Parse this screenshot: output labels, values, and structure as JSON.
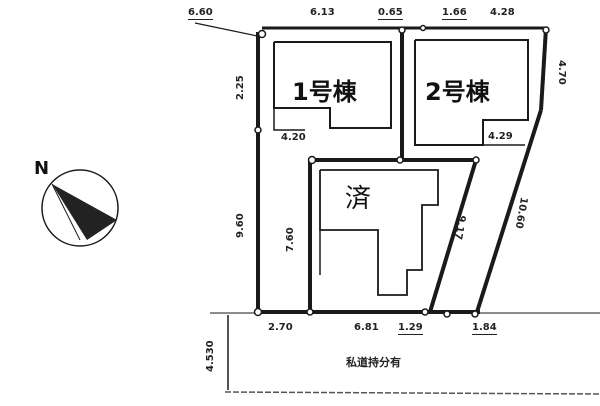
{
  "compass": {
    "label": "N",
    "icon": "north-arrow-icon"
  },
  "lots": {
    "lot1": {
      "label": "1号棟"
    },
    "lot2": {
      "label": "2号棟"
    },
    "lot3": {
      "label": "済"
    }
  },
  "dimensions": {
    "top_left_offset": "6.60",
    "top_lot1": "6.13",
    "top_gap": "0.65",
    "top_lot2_a": "1.66",
    "top_lot2_b": "4.28",
    "left_upper": "2.25",
    "left_lower": "9.60",
    "lot1_notch": "4.20",
    "lot2_notch": "4.29",
    "right_upper": "4.70",
    "lot3_left": "7.60",
    "diag_inner": "9.17",
    "diag_outer": "10.60",
    "bottom_left": "2.70",
    "bottom_mid": "6.81",
    "bottom_a": "1.29",
    "bottom_b": "1.84",
    "road_width": "4.530"
  },
  "road": {
    "label": "私道持分有"
  },
  "colors": {
    "line": "#1a1a1a",
    "bg": "#ffffff",
    "fill_dark": "#222222"
  }
}
